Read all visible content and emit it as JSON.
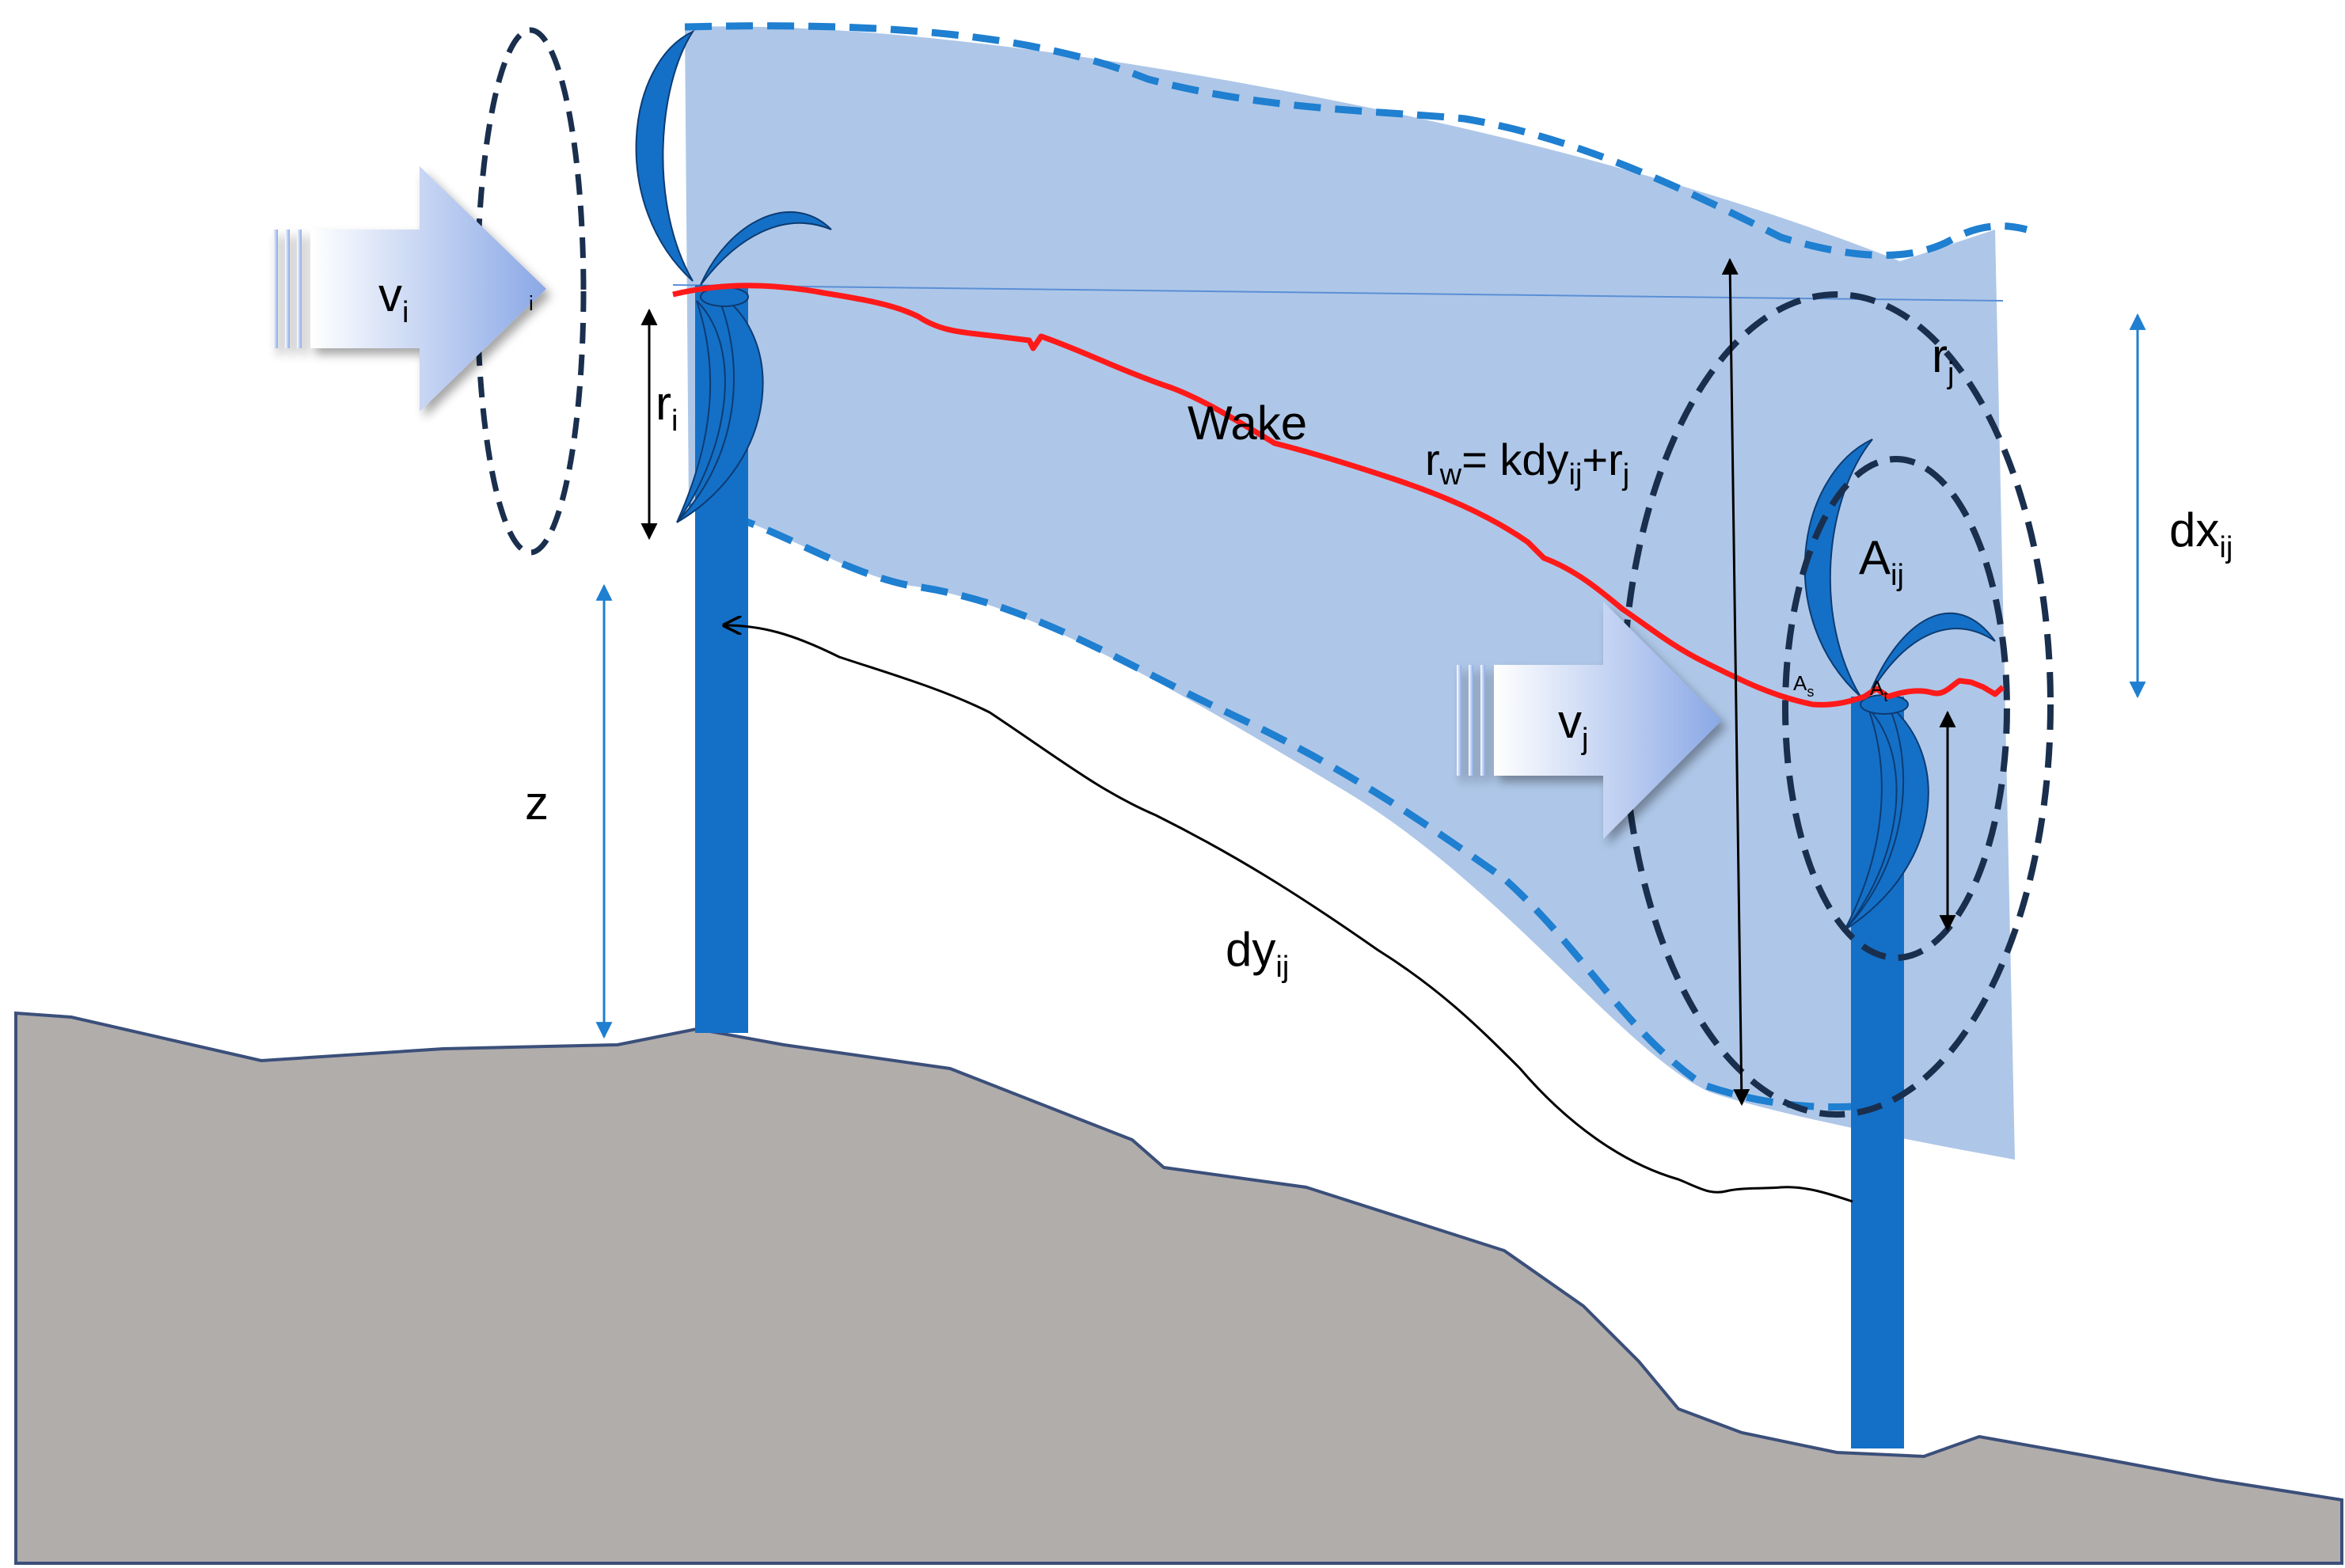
{
  "colors": {
    "wake_fill": "#aec7e8",
    "wake_edge": "#1f7fd0",
    "ellipse": "#1a2f4e",
    "tower": "#1470c6",
    "ground": "#b1adab",
    "wake_line": "#ff1a1a",
    "arrow_start": "#ffffff",
    "arrow_end": "#8aa8e6"
  },
  "labels": {
    "v_i": {
      "main": "v",
      "sub": "i"
    },
    "v_i_behind": {
      "sub": "i"
    },
    "r_i": {
      "main": "r",
      "sub": "i"
    },
    "wake": "Wake",
    "r_w": {
      "main": "r",
      "sub": "w",
      "rest": "= kdy",
      "sub2": "ij",
      "plus": "+r",
      "sub3": "j"
    },
    "r_j": {
      "main": "r",
      "sub": "j"
    },
    "dx_ij": {
      "main": "dx",
      "sub": "ij"
    },
    "A_ij": {
      "main": "A",
      "sub": "ij"
    },
    "A_s": {
      "main": "A",
      "sub": "s"
    },
    "A_t": {
      "main": "A",
      "sub": "t"
    },
    "v_j": {
      "main": "v",
      "sub": "j"
    },
    "z": "z",
    "dy_ij": {
      "main": "dy",
      "sub": "ij"
    }
  }
}
